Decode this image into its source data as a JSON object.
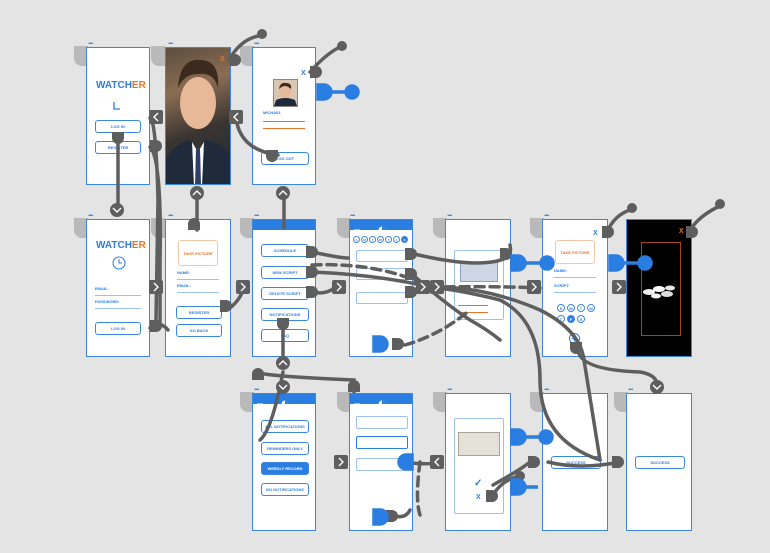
{
  "brand": {
    "logo_main": "WATCH",
    "logo_accent": "ER"
  },
  "screen_menu_marker": "...",
  "login": {
    "log_in": "LOG IN",
    "register": "REGISTER"
  },
  "login2": {
    "email": "EMAIL:",
    "password": "PASSWORD:",
    "log_in": "LOG IN"
  },
  "profile": {
    "name": "MICHAEL",
    "close": "X",
    "log_out": "LOG OUT"
  },
  "photo": {
    "close": "X"
  },
  "register": {
    "take_picture": "TAKE PICTURE",
    "name": "NAME:",
    "email": "EMAIL:",
    "register": "REGISTER",
    "go_back": "GO BACK"
  },
  "main_menu": {
    "items": [
      "SCHEDULE",
      "NEW SCRIPT",
      "DELETE SCRIPT",
      "NOTIFICATIONS",
      "FAQ"
    ]
  },
  "schedule": {
    "weekdays": [
      "S",
      "M",
      "T",
      "W",
      "T",
      "F",
      "S"
    ]
  },
  "new_script": {
    "take_picture": "TAKE PICTURE",
    "name": "NAME:",
    "script": "SCRIPT:",
    "days": [
      "S",
      "M",
      "T",
      "W",
      "T",
      "F",
      "S"
    ],
    "close": "X"
  },
  "notifications": {
    "options": [
      "ALL NOTIFICATIONS",
      "REMINDERS ONLY",
      "WEEKLY RECORD",
      "NO NOTIFICATIONS"
    ],
    "selected": "WEEKLY RECORD"
  },
  "confirm": {
    "yes": "✓",
    "no": "X"
  },
  "success": {
    "label": "SUCCESS"
  },
  "camera": {
    "close": "X"
  },
  "colors": {
    "accent": "#2a7de1",
    "orange": "#e8742a",
    "wire": "#5e5e5e",
    "wire_active": "#2a7de1"
  }
}
